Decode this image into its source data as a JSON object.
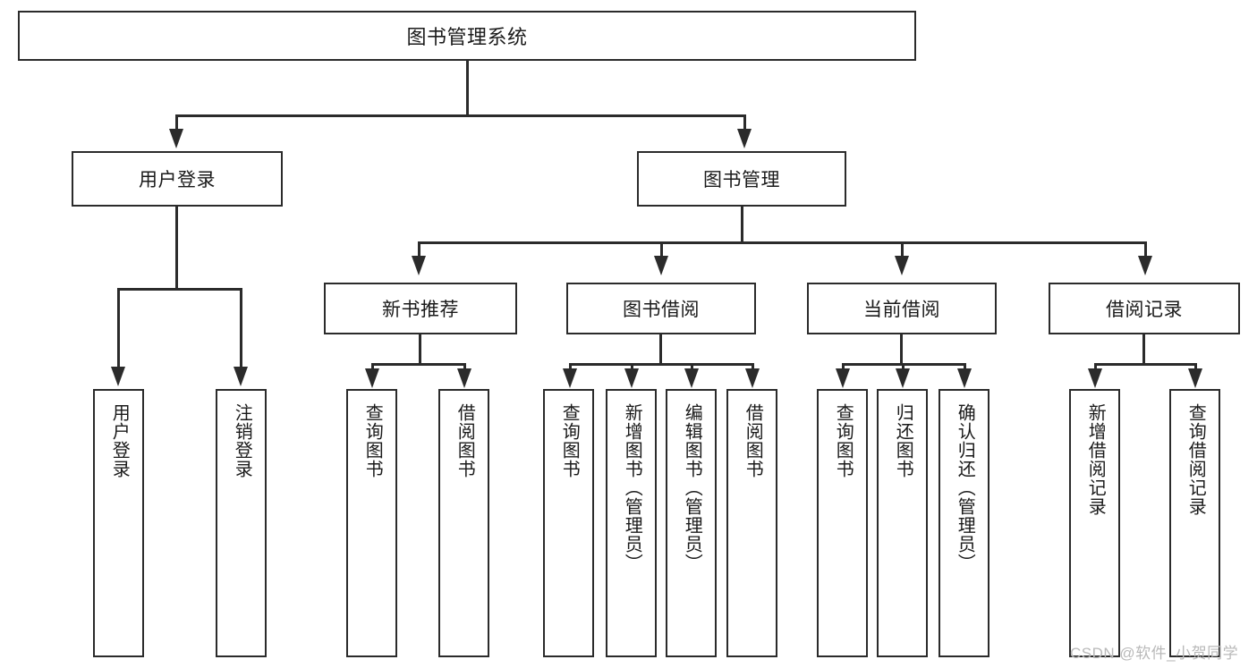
{
  "diagram": {
    "title": "图书管理系统",
    "type": "hierarchy-tree",
    "levels": 4,
    "colors": {
      "stroke": "#2b2b2b",
      "fill": "#ffffff",
      "text": "#1a1a1a",
      "watermark": "#b9b9b9"
    },
    "root": {
      "label": "图书管理系统"
    },
    "level2": [
      {
        "label": "用户登录"
      },
      {
        "label": "图书管理"
      }
    ],
    "level3": [
      {
        "label": "新书推荐",
        "parent": "图书管理"
      },
      {
        "label": "图书借阅",
        "parent": "图书管理"
      },
      {
        "label": "当前借阅",
        "parent": "图书管理"
      },
      {
        "label": "借阅记录",
        "parent": "图书管理"
      }
    ],
    "leaves": {
      "user_login": [
        {
          "label": "用户登录"
        },
        {
          "label": "注销登录"
        }
      ],
      "new_book_recommend": [
        {
          "label": "查询图书"
        },
        {
          "label": "借阅图书"
        }
      ],
      "book_borrow": [
        {
          "label": "查询图书"
        },
        {
          "label": "新增图书（管理员）"
        },
        {
          "label": "编辑图书（管理员）"
        },
        {
          "label": "借阅图书"
        }
      ],
      "current_borrow": [
        {
          "label": "查询图书"
        },
        {
          "label": "归还图书"
        },
        {
          "label": "确认归还（管理员）"
        }
      ],
      "borrow_record": [
        {
          "label": "新增借阅记录"
        },
        {
          "label": "查询借阅记录"
        }
      ]
    },
    "watermark": "CSDN @软件_小贺同学"
  }
}
